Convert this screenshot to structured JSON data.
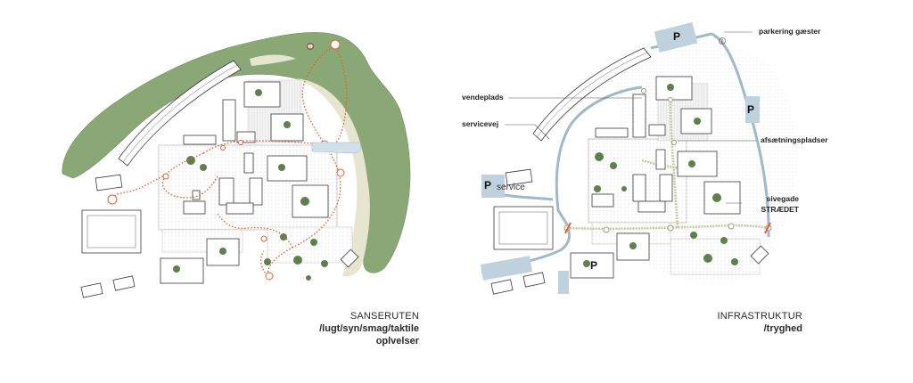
{
  "panels": {
    "left": {
      "title": "SANSERUTEN",
      "subtitle": "/lugt/syn/smag/taktile oplvelser"
    },
    "right": {
      "title": "INFRASTRUKTUR",
      "subtitle": "/tryghed",
      "labels": {
        "vendeplads": "vendeplads",
        "servicevej": "servicevej",
        "parkering": "parkering gæster",
        "afsaetning": "afsætningspladser",
        "sivegade": "sivegade",
        "straedet": "STRÆDET"
      },
      "parking_markers": {
        "top": "P",
        "east": "P",
        "south": "P",
        "service_letter": "P",
        "service_word": "service"
      }
    }
  },
  "colors": {
    "green_belt": "#8aa876",
    "green_dark": "#5f7f4c",
    "beige": "#e6e5cf",
    "sense_route": "#e2622b",
    "infra_road": "#9fb9c8",
    "infra_path": "#c8c9a2",
    "building": "#3b3b3b"
  }
}
